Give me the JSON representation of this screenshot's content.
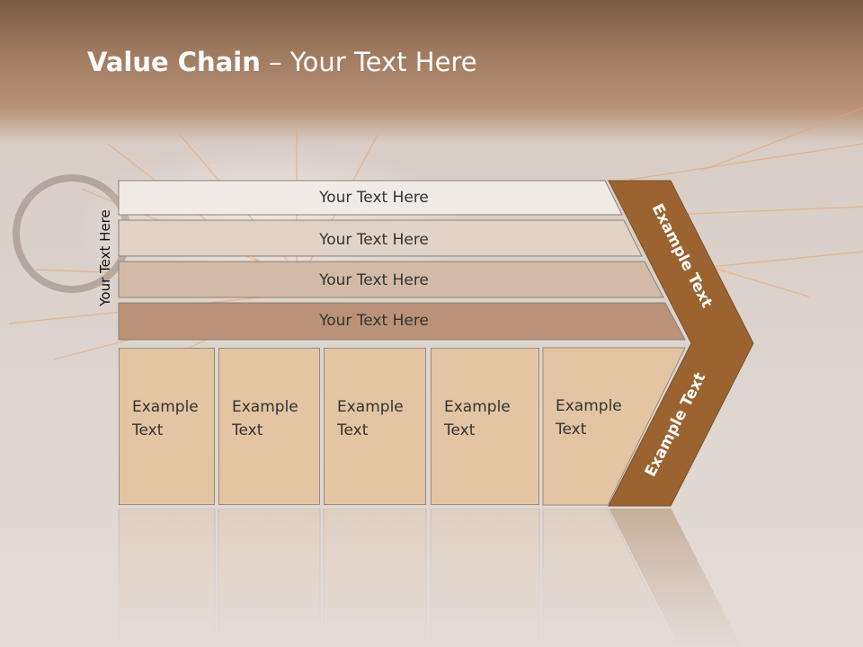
{
  "title": {
    "bold": "Value Chain",
    "rest": " – Your Text Here"
  },
  "side_label": "Your Text Here",
  "bars": [
    {
      "label": "Your Text Here",
      "color": "#f1ebe7"
    },
    {
      "label": "Your Text Here",
      "color": "#e2d3c8"
    },
    {
      "label": "Your Text Here",
      "color": "#d3baa6"
    },
    {
      "label": "Your Text Here",
      "color": "#b99277"
    }
  ],
  "boxes": [
    {
      "line1": "Example",
      "line2": "Text"
    },
    {
      "line1": "Example",
      "line2": "Text"
    },
    {
      "line1": "Example",
      "line2": "Text"
    },
    {
      "line1": "Example",
      "line2": "Text"
    },
    {
      "line1": "Example",
      "line2": "Text"
    }
  ],
  "chevron": {
    "upper_label": "Example Text",
    "lower_label": "Example Text",
    "color": "#9a6330"
  },
  "colors": {
    "box_fill": "#e3c4a3",
    "title_text": "#ffffff"
  }
}
